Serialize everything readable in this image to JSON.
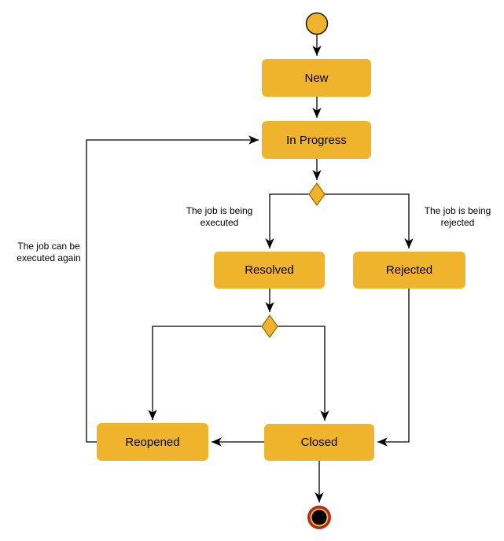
{
  "diagram": {
    "states": {
      "new": "New",
      "in_progress": "In Progress",
      "resolved": "Resolved",
      "rejected": "Rejected",
      "reopened": "Reopened",
      "closed": "Closed"
    },
    "edge_labels": {
      "executed": "The job is being executed",
      "rejected": "The job is being rejected",
      "again": "The job can be executed again"
    },
    "colors": {
      "node_fill": "#F0B42C",
      "node_text": "#000000",
      "line": "#000000",
      "diamond_stroke": "#9e6a00",
      "start_stroke": "#1a1a1a",
      "final_outer_ring": "#B5291E",
      "final_mid_ring": "#F0B42C",
      "final_core": "#000000",
      "background": "#FFFFFF"
    },
    "flow_edges": [
      {
        "from": "start",
        "to": "New"
      },
      {
        "from": "New",
        "to": "In Progress"
      },
      {
        "from": "In Progress",
        "to": "decision-1"
      },
      {
        "from": "decision-1",
        "to": "Resolved",
        "label": "The job is being executed"
      },
      {
        "from": "decision-1",
        "to": "Rejected",
        "label": "The job is being rejected"
      },
      {
        "from": "Resolved",
        "to": "decision-2"
      },
      {
        "from": "decision-2",
        "to": "Reopened"
      },
      {
        "from": "decision-2",
        "to": "Closed"
      },
      {
        "from": "Rejected",
        "to": "Closed"
      },
      {
        "from": "Closed",
        "to": "Reopened"
      },
      {
        "from": "Reopened",
        "to": "In Progress",
        "label": "The job can be executed again"
      },
      {
        "from": "Closed",
        "to": "final"
      }
    ]
  }
}
